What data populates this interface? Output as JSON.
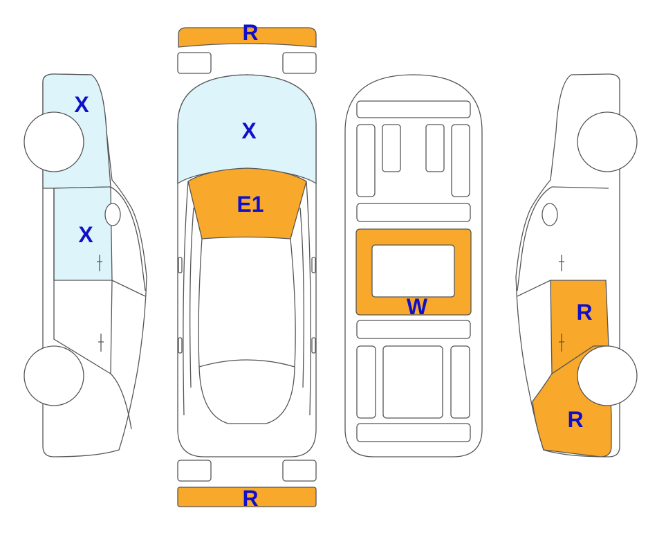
{
  "colors": {
    "damage_orange": "#F8A82B",
    "glass_blue": "#DDF4FB",
    "label_blue": "#1010C8",
    "outline": "#555555"
  },
  "legend_codes": {
    "front_bumper": "R",
    "rear_bumper": "R",
    "roof_glass": "X",
    "hood": "E1",
    "floor_panel": "W",
    "left_rear_glass": "X",
    "left_rear_door_glass": "X",
    "right_door": "R",
    "right_rear_quarter": "R"
  }
}
